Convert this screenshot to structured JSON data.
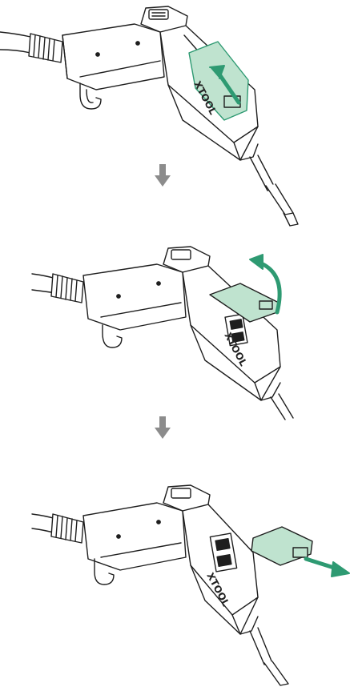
{
  "brand": "XTOOL",
  "colors": {
    "accent": "#2e9a72",
    "accent_fill": "#bfe3cf",
    "outline": "#1e1e1e",
    "step_arrow": "#8c8c8c"
  },
  "steps": [
    {
      "action": "slide-cover-up",
      "icon": "straight-arrow-up"
    },
    {
      "action": "flip-cover-open",
      "icon": "curved-arrow"
    },
    {
      "action": "remove-cover",
      "icon": "arrow-out"
    }
  ]
}
